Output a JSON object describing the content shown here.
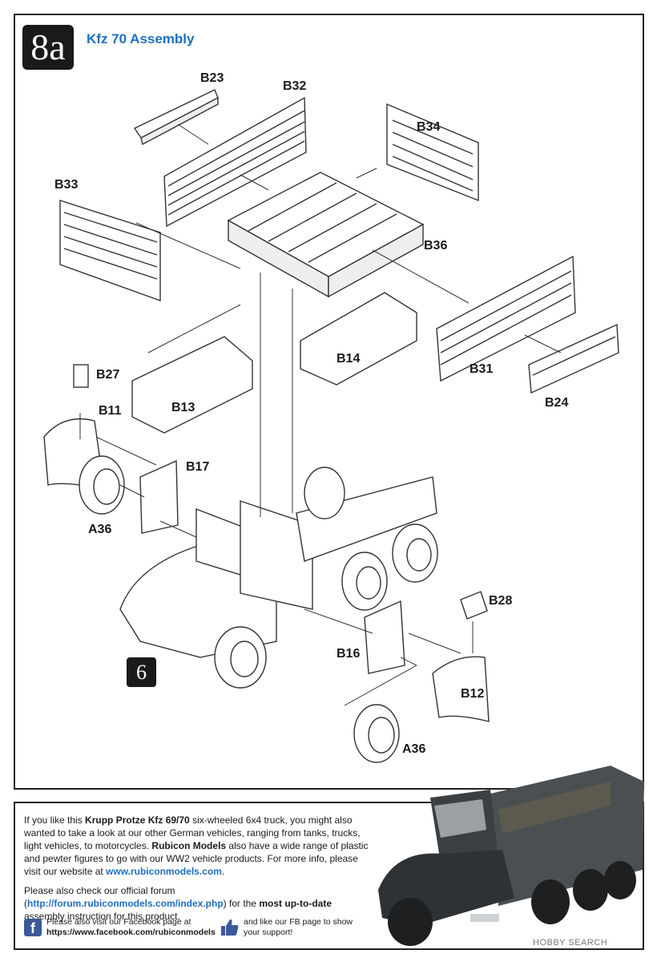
{
  "step": {
    "number": "8a",
    "title": "Kfz 70 Assembly"
  },
  "ref_step": "6",
  "labels": {
    "b23": "B23",
    "b32": "B32",
    "b34": "B34",
    "b33": "B33",
    "b36": "B36",
    "b14": "B14",
    "b31": "B31",
    "b24": "B24",
    "b27": "B27",
    "b11": "B11",
    "b13": "B13",
    "b17": "B17",
    "a36_left": "A36",
    "b28": "B28",
    "b16": "B16",
    "b12": "B12",
    "a36_right": "A36"
  },
  "info": {
    "p1_a": "If you like this ",
    "p1_product": "Krupp Protze Kfz 69/70",
    "p1_b": " six-wheeled 6x4 truck, you might also wanted to take a look at our other German vehicles, ranging from tanks, trucks, light vehicles, to motorcycles. ",
    "p1_brand": "Rubicon Models",
    "p1_c": " also have a wide range of plastic and pewter figures to go with our WW2 vehicle products.  For more info, please visit our website at ",
    "p1_site": "www.rubiconmodels.com",
    "p1_d": ".",
    "p2_a": "Please also check our official forum (",
    "p2_forum": "http://forum.rubiconmodels.com/index.php",
    "p2_b": ") for the ",
    "p2_bold": "most up-to-date",
    "p2_c": " assembly instruction for this product."
  },
  "facebook": {
    "icon": "f",
    "line1": "Please also visit our Facebook page at",
    "line2": "https://www.facebook.com/rubiconmodels",
    "like1": "and like our FB page to show",
    "like2": "your support!"
  },
  "watermark": "HOBBY SEARCH",
  "icons": [
    "facebook-icon",
    "thumbs-up-icon"
  ]
}
